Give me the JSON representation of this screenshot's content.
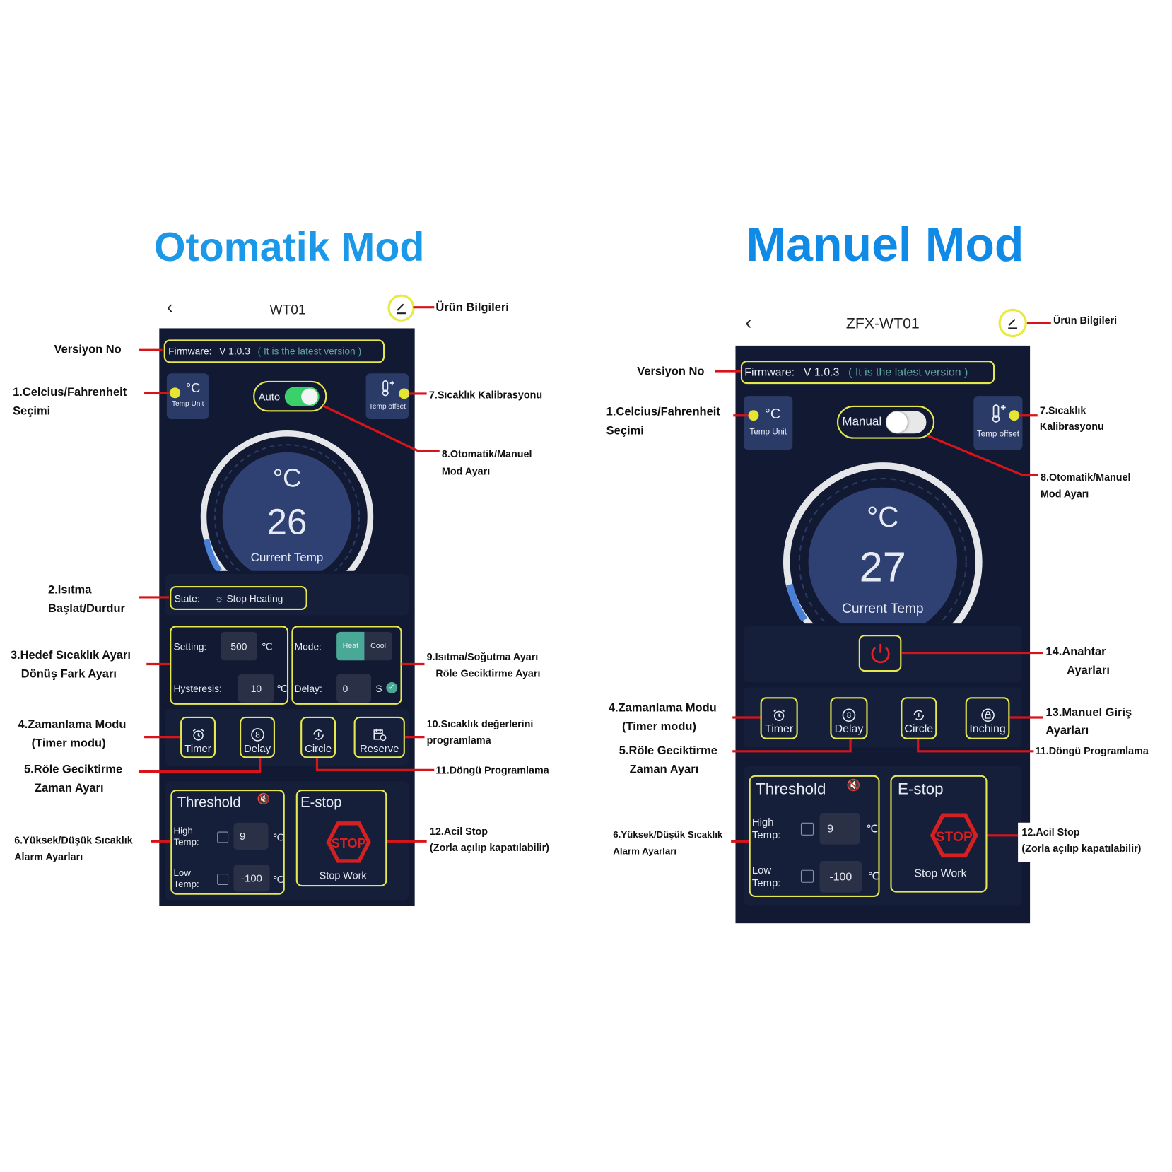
{
  "titles": {
    "auto": "Otomatik Mod",
    "manual": "Manuel Mod"
  },
  "colors": {
    "title_blue": "#1c98e8",
    "highlight_yellow": "#e6e84e",
    "callout_red": "#d8141b",
    "panel_bg": "#111a32",
    "heat_teal": "#4aa896"
  },
  "auto": {
    "header": {
      "back_icon": "chevron-left-icon",
      "title": "WT01",
      "edit_icon": "pencil-icon"
    },
    "firmware": {
      "label": "Firmware:",
      "version": "V 1.0.3",
      "status": "( It is the latest version )"
    },
    "temp_unit": {
      "symbol": "°C",
      "label": "Temp Unit"
    },
    "mode_toggle": {
      "label": "Auto",
      "on": true
    },
    "temp_offset": {
      "label": "Temp offset"
    },
    "gauge": {
      "unit": "°C",
      "value": "26",
      "label": "Current Temp"
    },
    "state": {
      "label": "State:",
      "value": "Stop Heating"
    },
    "setting": {
      "label": "Setting:",
      "value": "500",
      "unit": "℃"
    },
    "hysteresis": {
      "label": "Hysteresis:",
      "value": "10",
      "unit": "℃"
    },
    "mode": {
      "label": "Mode:",
      "heat": "Heat",
      "cool": "Cool",
      "selected": "Heat"
    },
    "delay": {
      "label": "Delay:",
      "value": "0",
      "unit": "S"
    },
    "buttons": [
      "Timer",
      "Delay",
      "Circle",
      "Reserve"
    ],
    "threshold": {
      "title": "Threshold",
      "high_label": "High Temp:",
      "high_value": "9",
      "low_label": "Low Temp:",
      "low_value": "-100",
      "unit": "℃"
    },
    "estop": {
      "title": "E-stop",
      "sign": "STOP",
      "action": "Stop Work"
    }
  },
  "manual": {
    "header": {
      "back_icon": "chevron-left-icon",
      "title": "ZFX-WT01",
      "edit_icon": "pencil-icon"
    },
    "firmware": {
      "label": "Firmware:",
      "version": "V 1.0.3",
      "status": "( It is the latest version )"
    },
    "temp_unit": {
      "symbol": "°C",
      "label": "Temp Unit"
    },
    "mode_toggle": {
      "label": "Manual",
      "on": false
    },
    "temp_offset": {
      "label": "Temp offset"
    },
    "gauge": {
      "unit": "°C",
      "value": "27",
      "label": "Current Temp"
    },
    "buttons": [
      "Timer",
      "Delay",
      "Circle",
      "Inching"
    ],
    "threshold": {
      "title": "Threshold",
      "high_label": "High Temp:",
      "high_value": "9",
      "low_label": "Low Temp:",
      "low_value": "-100",
      "unit": "℃"
    },
    "estop": {
      "title": "E-stop",
      "sign": "STOP",
      "action": "Stop Work"
    }
  },
  "annotations_auto": {
    "product_info": "Ürün Bilgileri",
    "version": "Versiyon No",
    "unit_1": "1.Celcius/Fahrenheit",
    "unit_2": "Seçimi",
    "calib": "7.Sıcaklık Kalibrasyonu",
    "mode_1": "8.Otomatik/Manuel",
    "mode_2": "Mod Ayarı",
    "heat_1": "2.Isıtma",
    "heat_2": "Başlat/Durdur",
    "target_1": "3.Hedef Sıcaklık Ayarı",
    "target_2": "Dönüş Fark Ayarı",
    "hc_1": "9.Isıtma/Soğutma Ayarı",
    "hc_2": "Röle Geciktirme Ayarı",
    "timer_1": "4.Zamanlama Modu",
    "timer_2": "(Timer modu)",
    "prog_1": "10.Sıcaklık değerlerini",
    "prog_2": "programlama",
    "relay_1": "5.Röle Geciktirme",
    "relay_2": "Zaman Ayarı",
    "cycle": "11.Döngü Programlama",
    "alarm_1": "6.Yüksek/Düşük Sıcaklık",
    "alarm_2": "Alarm Ayarları",
    "estop_1": "12.Acil Stop",
    "estop_2": "(Zorla açılıp kapatılabilir)"
  },
  "annotations_manual": {
    "product_info": "Ürün Bilgileri",
    "version": "Versiyon No",
    "unit_1": "1.Celcius/Fahrenheit",
    "unit_2": "Seçimi",
    "calib_1": "7.Sıcaklık",
    "calib_2": "Kalibrasyonu",
    "mode_1": "8.Otomatik/Manuel",
    "mode_2": "Mod Ayarı",
    "switch_1": "14.Anahtar",
    "switch_2": "Ayarları",
    "timer_1": "4.Zamanlama Modu",
    "timer_2": "(Timer modu)",
    "manual_1": "13.Manuel Giriş",
    "manual_2": "Ayarları",
    "relay_1": "5.Röle Geciktirme",
    "relay_2": "Zaman Ayarı",
    "cycle": "11.Döngü Programlama",
    "alarm_1": "6.Yüksek/Düşük Sıcaklık",
    "alarm_2": "Alarm Ayarları",
    "estop_1": "12.Acil Stop",
    "estop_2": "(Zorla açılıp kapatılabilir)"
  }
}
